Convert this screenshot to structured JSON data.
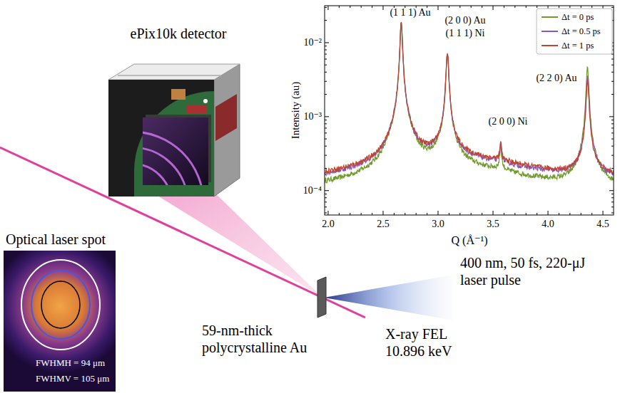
{
  "diagram": {
    "labels": [
      "ePix10k detector",
      "(1 1 1) Au",
      "(2 0 0) Au",
      "(1 1 1) Ni",
      "(2 0 0) Ni",
      "(2 2 0) Au",
      "Intensity (au)",
      "10⁻²",
      "10⁻³",
      "10⁻⁴",
      "2.0",
      "2.5",
      "3.0",
      "3.5",
      "4.0",
      "4.5",
      "Q (Å⁻¹)",
      "Optical laser spot",
      "FWHMH = 94 μm",
      "FWHMV = 105 μm",
      "400 nm, 50 fs, 220-μJ laser pulse",
      "59-nm-thick polycrystalline Au",
      "X-ray FEL 10.896 keV"
    ],
    "legend": [
      {
        "text": "Δt = 0 ps"
      },
      {
        "text": "Δt = 0.5 ps"
      },
      {
        "text": "Δt = 1 ps"
      }
    ]
  }
}
